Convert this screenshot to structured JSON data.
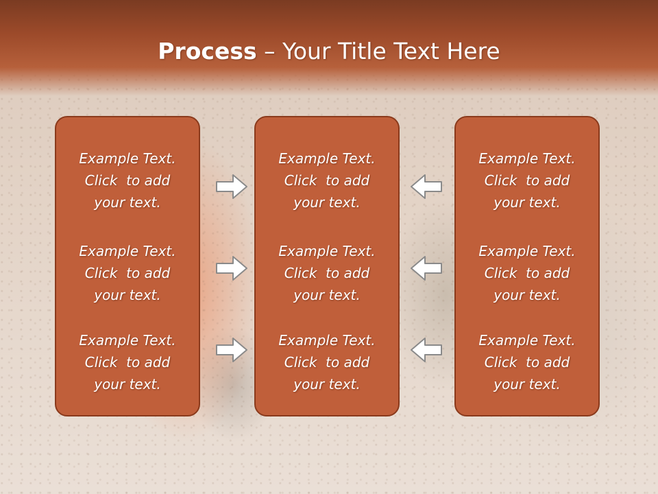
{
  "title": {
    "bold": "Process",
    "rest": " – Your Title Text Here"
  },
  "panels": [
    {
      "items": [
        {
          "l1": "Example Text.",
          "l2": "Click  to add",
          "l3": "your text."
        },
        {
          "l1": "Example Text.",
          "l2": "Click  to add",
          "l3": "your text."
        },
        {
          "l1": "Example Text.",
          "l2": "Click  to add",
          "l3": "your text."
        }
      ]
    },
    {
      "items": [
        {
          "l1": "Example Text.",
          "l2": "Click  to add",
          "l3": "your text."
        },
        {
          "l1": "Example Text.",
          "l2": "Click  to add",
          "l3": "your text."
        },
        {
          "l1": "Example Text.",
          "l2": "Click  to add",
          "l3": "your text."
        }
      ]
    },
    {
      "items": [
        {
          "l1": "Example Text.",
          "l2": "Click  to add",
          "l3": "your text."
        },
        {
          "l1": "Example Text.",
          "l2": "Click  to add",
          "l3": "your text."
        },
        {
          "l1": "Example Text.",
          "l2": "Click  to add",
          "l3": "your text."
        }
      ]
    }
  ],
  "arrows": {
    "left_icon": "arrow-right-icon",
    "right_icon": "arrow-left-icon"
  },
  "colors": {
    "panel_fill": "#c05f3a",
    "panel_border": "#8a3a1c",
    "title_bar": "#9c4a2a",
    "arrow_fill": "#ffffff",
    "arrow_stroke": "#8a8a8a"
  }
}
